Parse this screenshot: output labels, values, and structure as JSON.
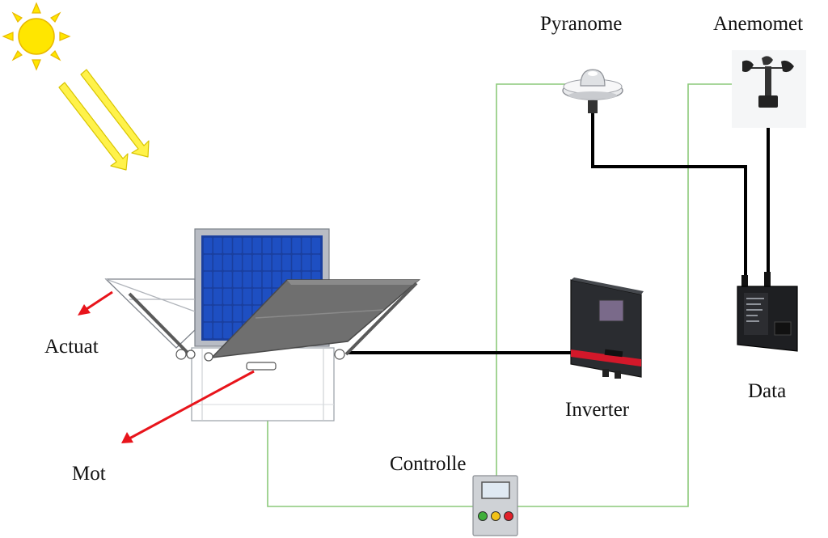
{
  "labels": {
    "pyranometer": "Pyranome",
    "anemometer": "Anemomet",
    "actuator": "Actuat",
    "motor": "Mot",
    "inverter": "Inverter",
    "data_logger": "Data",
    "controller": "Controlle"
  },
  "colors": {
    "sun": "#FFE600",
    "sun_outline": "#E8B800",
    "ray": "#FFF24A",
    "ray_outline": "#D8C400",
    "pv_cell": "#1E4FC2",
    "pv_frame": "#B8BCC4",
    "reflector": "#6F6F6F",
    "arrow": "#E8141B",
    "power_cable": "#000000",
    "control_wire": "#8CC97A",
    "controller_lights": [
      "#3FAE3A",
      "#F2C218",
      "#E0202A"
    ]
  }
}
